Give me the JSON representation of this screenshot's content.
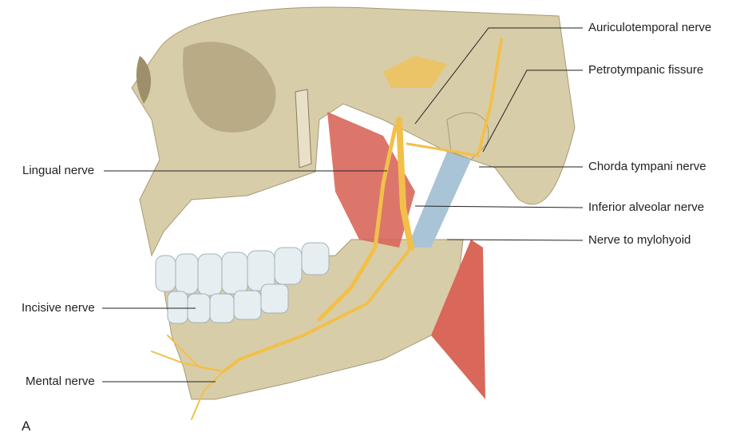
{
  "figure": {
    "panel_letter": "A",
    "labels": {
      "auriculotemporal": "Auriculotemporal nerve",
      "petrotympanic": "Petrotympanic fissure",
      "chorda_tympani": "Chorda tympani nerve",
      "inferior_alveolar": "Inferior alveolar nerve",
      "mylohyoid": "Nerve to mylohyoid",
      "lingual": "Lingual nerve",
      "incisive": "Incisive nerve",
      "mental": "Mental nerve"
    },
    "colors": {
      "bone": "#d8cda9",
      "bone_shadow": "#b9ab85",
      "muscle": "#d9675a",
      "nerve": "#f2c04a",
      "teeth": "#e6eef1",
      "ligament": "#a9c4d6"
    }
  }
}
